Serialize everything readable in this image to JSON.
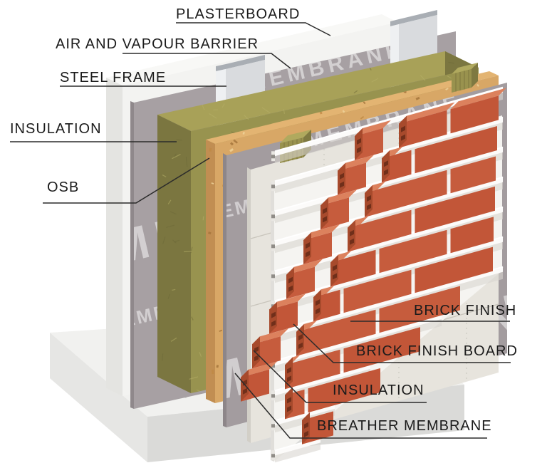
{
  "labels": {
    "plasterboard": "PLASTERBOARD",
    "air_vapour_barrier": "AIR AND VAPOUR BARRIER",
    "steel_frame": "STEEL FRAME",
    "insulation_frame": "INSULATION",
    "osb": "OSB",
    "brick_finish": "BRICK FINISH",
    "brick_finish_board": "BRICK FINISH BOARD",
    "insulation_external": "INSULATION",
    "breather_membrane": "BREATHER MEMBRANE",
    "membrane_print": "MEMBRANE"
  },
  "colors": {
    "background": "#ffffff",
    "label_text": "#1b1b1b",
    "leader": "#2b2b2b",
    "plaster": "#f3f3f1",
    "plaster_top": "#f8f8f6",
    "plaster_edge": "#e4e4e1",
    "membrane": "#a7a0a3",
    "membrane_edge": "#8f888b",
    "membrane_print": "#ffffff",
    "steel": "#d9dbde",
    "steel_flange": "#eef0f2",
    "steel_top": "#a9aeb4",
    "wool": "#98934f",
    "wool_dark": "#7b7640",
    "wool_top": "#a8a158",
    "wool_tex_dark": "#6e6a39",
    "wool_tex_light": "#b6b068",
    "osb": "#d8a766",
    "osb_top": "#e3b472",
    "osb_dark": "#c18e52",
    "osb_fleck1": "#c08a45",
    "osb_fleck2": "#edd29a",
    "osb_fleck3": "#a6763c",
    "breather": "#a39c9f",
    "breather_edge": "#8d8689",
    "board": "#e7e4dd",
    "board_edge": "#d2cfc7",
    "board_seam": "#c9c5bc",
    "rail_board": "#f5f4f1",
    "rail_board_edge": "#e0deda",
    "rail_face": "#fcfbfa",
    "rail_shadow": "#d9d6d1",
    "rail_cap": "#e8e6e2",
    "rail_notch": "#8f8c87",
    "brick": "#c65c3d",
    "brick_alt": "#c25638",
    "brick_top": "#dc815d",
    "brick_end": "#a74a2c",
    "brick_notch": "#702f1a",
    "block": "#99924e",
    "block_top": "#b0a95e",
    "block_side": "#7f7941",
    "block_line": "#6b6636",
    "concrete_top": "#f1f1ef",
    "concrete_left": "#e6e6e4",
    "concrete_front": "#dadad8",
    "concrete_dot": "#d2d2cf"
  }
}
